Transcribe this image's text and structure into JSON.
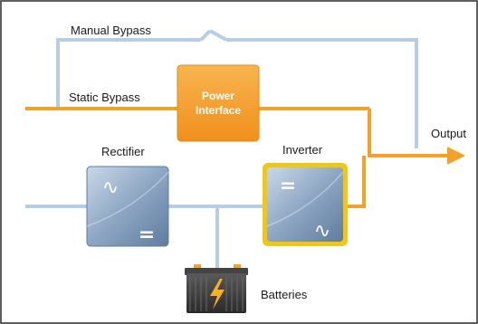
{
  "labels": {
    "manual_bypass": "Manual Bypass",
    "static_bypass": "Static Bypass",
    "power_interface_line1": "Power",
    "power_interface_line2": "Interface",
    "rectifier": "Rectifier",
    "inverter": "Inverter",
    "output": "Output",
    "batteries": "Batteries"
  },
  "symbols": {
    "ac": "∿",
    "dc": "="
  },
  "colors": {
    "bypass_line": "#b7cde6",
    "static_line": "#f4a12a",
    "box_blue_light": "#b6c8dc",
    "box_blue_dark": "#6b87a8",
    "power_interface_fill": "#f6a43a",
    "inverter_highlight": "#f2c70f",
    "output_arrow": "#f4a12a"
  },
  "icons": {
    "rectifier": "ac-to-dc-icon",
    "inverter": "dc-to-ac-icon",
    "batteries": "battery-icon",
    "switch": "manual-bypass-switch-icon"
  }
}
